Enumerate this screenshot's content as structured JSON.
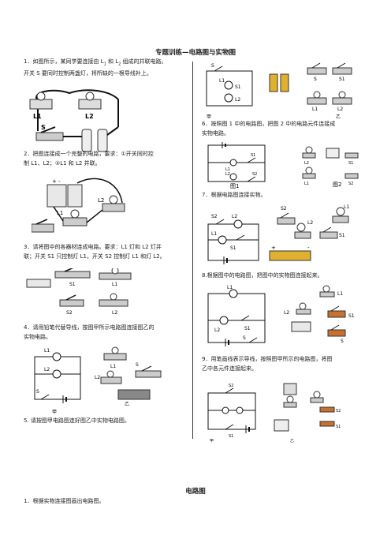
{
  "title": "专题训练—电路图与实物图",
  "left_col": {
    "q1": {
      "l1": "1．如图所示，某同学要连接由 L",
      "l1b": "1",
      "l1c": " 和 L",
      "l1d": "2",
      "l1e": " 组成的并联电路。",
      "l2": "开关 S 要同时控制两盏灯，将所缺的一根导线补上。"
    },
    "q1_labels": {
      "L1": "L1",
      "L2": "L2",
      "S": "S"
    },
    "q2": {
      "l1": "2．把图连接成一个完整的电路，要求：①开关同时控",
      "l2": "制 L1、L2；②L1 和 L2 并联。"
    },
    "q2_labels": {
      "L1": "L1",
      "L2": "L2"
    },
    "q3": {
      "l1": "3．请将图中的各器材连成电路。要求：L1 灯和 L2 灯并",
      "l2": "联；开关 S1 只控制灯 L1，开关 S2 控制灯 L1 和灯 L2。"
    },
    "q3_labels": {
      "S1": "S1",
      "L1": "L1",
      "S2": "S2",
      "L2": "L2"
    },
    "q4": {
      "l1": "4．请用铅笔代替导线，按图甲所示电路图连接图乙的",
      "l2": "实物电路。"
    },
    "q4_labels": {
      "L1": "L1",
      "L2": "L2",
      "S": "S",
      "jia": "甲",
      "yi": "乙"
    },
    "q5": {
      "l1": "5. 请按图甲电路图连好图乙中实物电路图。"
    }
  },
  "right_col": {
    "q5_labels": {
      "L1": "L1",
      "L2": "L2",
      "S": "S",
      "S1": "S1",
      "jia": "甲",
      "yi": "乙"
    },
    "q6": {
      "l1": "6．按照图 1 中的电路图，把图 2 中的电路元件连接成",
      "l2": "实物电路。"
    },
    "q6_labels": {
      "S1": "S1",
      "L1": "L1",
      "L2": "L2",
      "S2": "S2",
      "fig1": "图1",
      "fig2": "图2"
    },
    "q7": {
      "l1": "7．根据电路图连接实物。"
    },
    "q7_labels": {
      "S2": "S2",
      "L2": "L2",
      "L1": "L1",
      "S1": "S1"
    },
    "q8": {
      "l1": "8.根据图中的电路图，把图中的实物图连接起来。"
    },
    "q8_labels": {
      "L1": "L1",
      "L2": "L2",
      "S1": "S1",
      "S": "S"
    },
    "q9": {
      "l1": "9．用笔画线表示导线，按照图甲所示的电路图，将图",
      "l2": "乙中各元件连接起来。"
    },
    "q9_labels": {
      "S2": "S2",
      "S1": "S1",
      "jia": "甲",
      "yi": "乙"
    }
  },
  "section2": {
    "title": "电路图",
    "q1": "1．根据实物连接图画出电路图。"
  }
}
